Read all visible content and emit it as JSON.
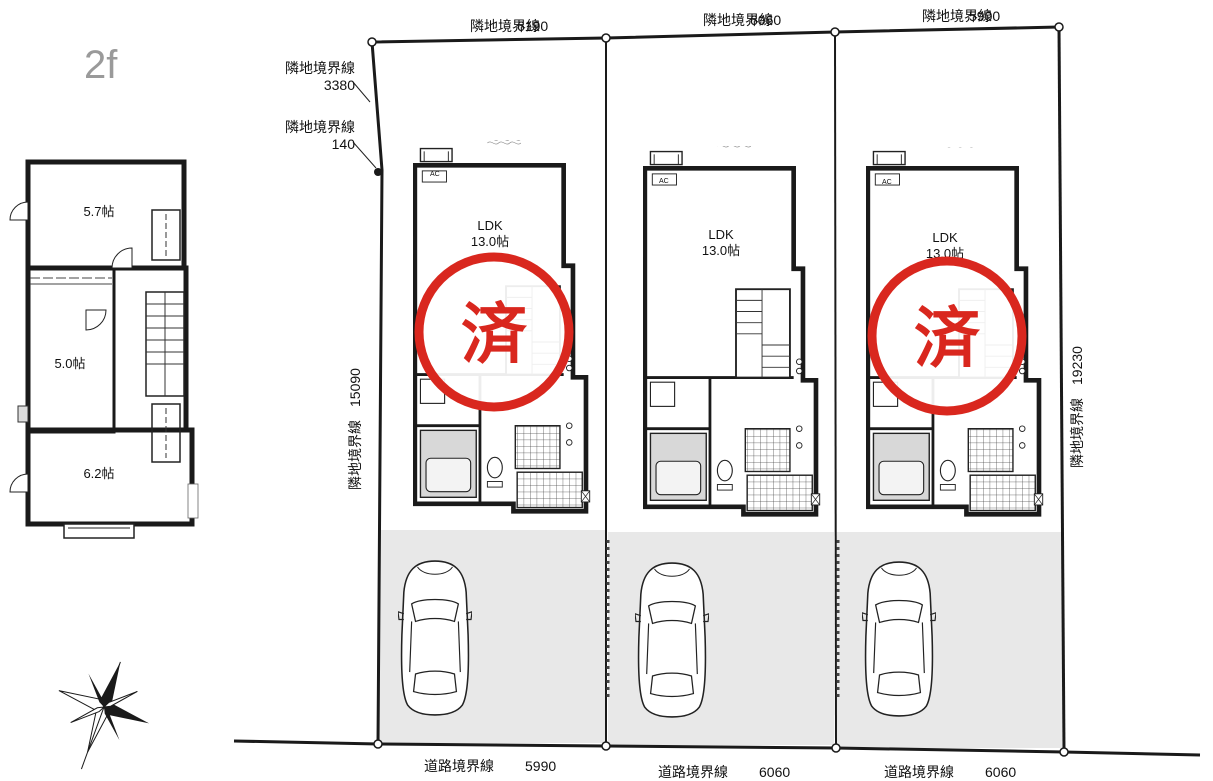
{
  "floor_label": "2f",
  "upper_floor": {
    "rooms": [
      "5.7帖",
      "5.0帖",
      "6.2帖"
    ]
  },
  "boundaries": {
    "top": [
      {
        "label": "隣地境界線",
        "value": "6190"
      },
      {
        "label": "隣地境界線",
        "value": "6060"
      },
      {
        "label": "隣地境界線",
        "value": "5900"
      }
    ],
    "left_segments": [
      {
        "label": "隣地境界線",
        "value": "3380"
      },
      {
        "label": "隣地境界線",
        "value": "140"
      }
    ],
    "left": {
      "label": "隣地境界線",
      "value": "15090"
    },
    "right": {
      "label": "隣地境界線",
      "value": "19230"
    },
    "bottom": [
      {
        "label": "道路境界線",
        "value": "5990"
      },
      {
        "label": "道路境界線",
        "value": "6060"
      },
      {
        "label": "道路境界線",
        "value": "6060"
      }
    ]
  },
  "lots": [
    {
      "room_label": "LDK",
      "room_size": "13.0帖",
      "ac": "AC",
      "sold": true
    },
    {
      "room_label": "LDK",
      "room_size": "13.0帖",
      "ac": "AC",
      "sold": false
    },
    {
      "room_label": "LDK",
      "room_size": "13.0帖",
      "ac": "AC",
      "sold": true
    }
  ],
  "sold_mark": "済",
  "colors": {
    "sold_red": "#d9271e",
    "wall": "#1a1a1a",
    "parking": "#e8e8e8",
    "grid": "#555555"
  },
  "icons": [
    "compass-rose-icon",
    "car-icon"
  ]
}
